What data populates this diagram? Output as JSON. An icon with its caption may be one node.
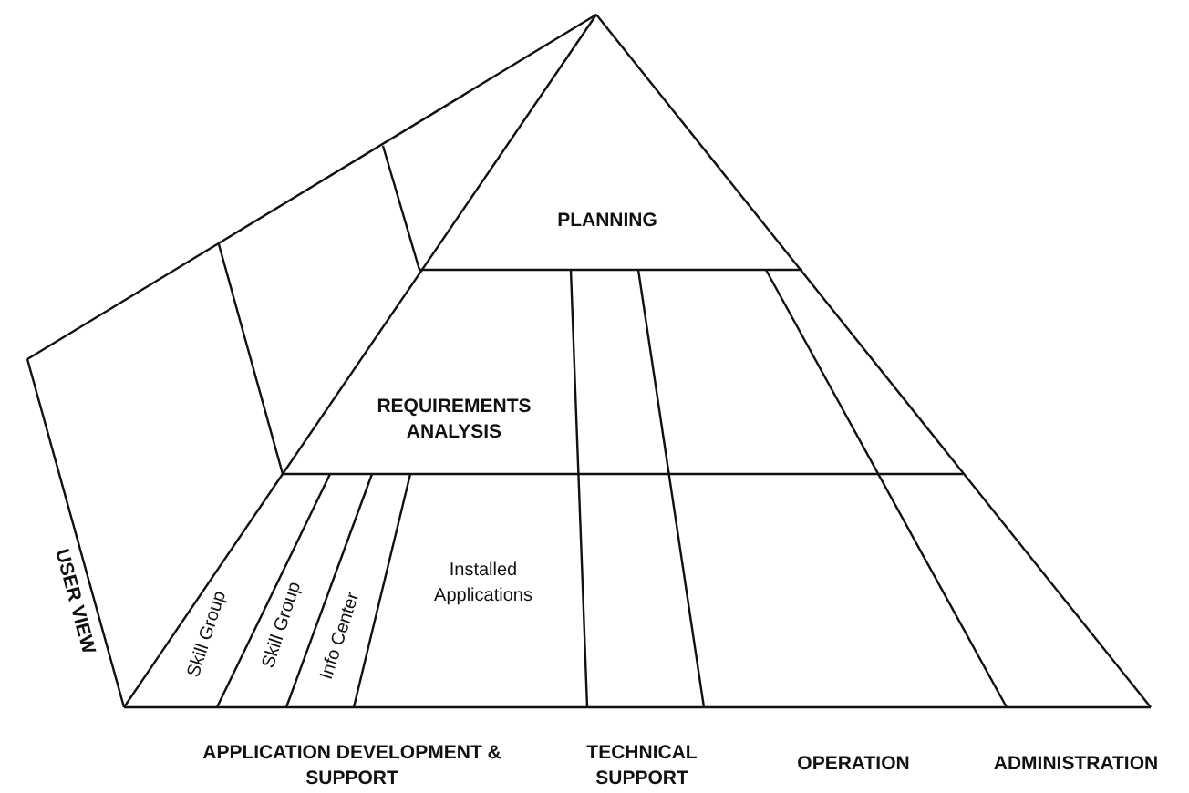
{
  "diagram": {
    "labels": [
      "PLANNING",
      "REQUIREMENTS ANALYSIS",
      "Installed Applications",
      "USER VIEW",
      "Skill Group",
      "Skill Group",
      "Info Center",
      "APPLICATION DEVELOPMENT & SUPPORT",
      "TECHNICAL SUPPORT",
      "OPERATION",
      "ADMINISTRATION"
    ]
  }
}
